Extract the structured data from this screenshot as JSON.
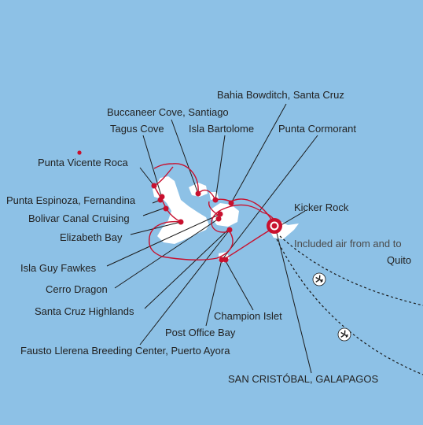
{
  "map": {
    "colors": {
      "ocean": "#8dc1e6",
      "land": "#ffffff",
      "route": "#c8102e",
      "leader": "#1a1a1a",
      "label": "#222222"
    },
    "labels": {
      "bahia_bowditch": "Bahia Bowditch, Santa Cruz",
      "buccaneer_cove": "Buccaneer Cove, Santiago",
      "tagus_cove": "Tagus Cove",
      "isla_bartolome": "Isla Bartolome",
      "punta_cormorant": "Punta Cormorant",
      "punta_vicente_roca": "Punta Vicente Roca",
      "punta_espinoza": "Punta Espinoza, Fernandina",
      "bolivar_canal": "Bolivar Canal Cruising",
      "elizabeth_bay": "Elizabeth Bay",
      "kicker_rock": "Kicker Rock",
      "included_air_line1": "Included air from and to",
      "included_air_line2": "Quito",
      "isla_guy_fawkes": "Isla Guy Fawkes",
      "cerro_dragon": "Cerro Dragon",
      "santa_cruz_highlands": "Santa Cruz Highlands",
      "champion_islet": "Champion Islet",
      "post_office_bay": "Post Office Bay",
      "fausto_llerena": "Fausto Llerena Breeding Center, Puerto Ayora",
      "san_cristobal": "SAN CRISTÓBAL, GALAPAGOS"
    },
    "icons": [
      "airplane-icon",
      "airplane-icon"
    ]
  }
}
